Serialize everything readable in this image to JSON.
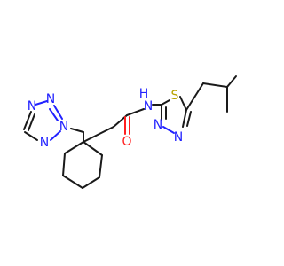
{
  "atom_labels": {
    "tetrazole_n1": "N",
    "tetrazole_n2": "N",
    "tetrazole_n3": "N",
    "tetrazole_n4": "N",
    "amide_nh": "N",
    "amide_h": "H",
    "carbonyl_o": "O",
    "thiadiazole_s": "S",
    "thiadiazole_n3": "N",
    "thiadiazole_n4": "N"
  },
  "colors": {
    "carbon_bond": "#1a1a1a",
    "nitrogen": "#2222ff",
    "oxygen": "#ff2020",
    "sulfur": "#b8a300"
  }
}
